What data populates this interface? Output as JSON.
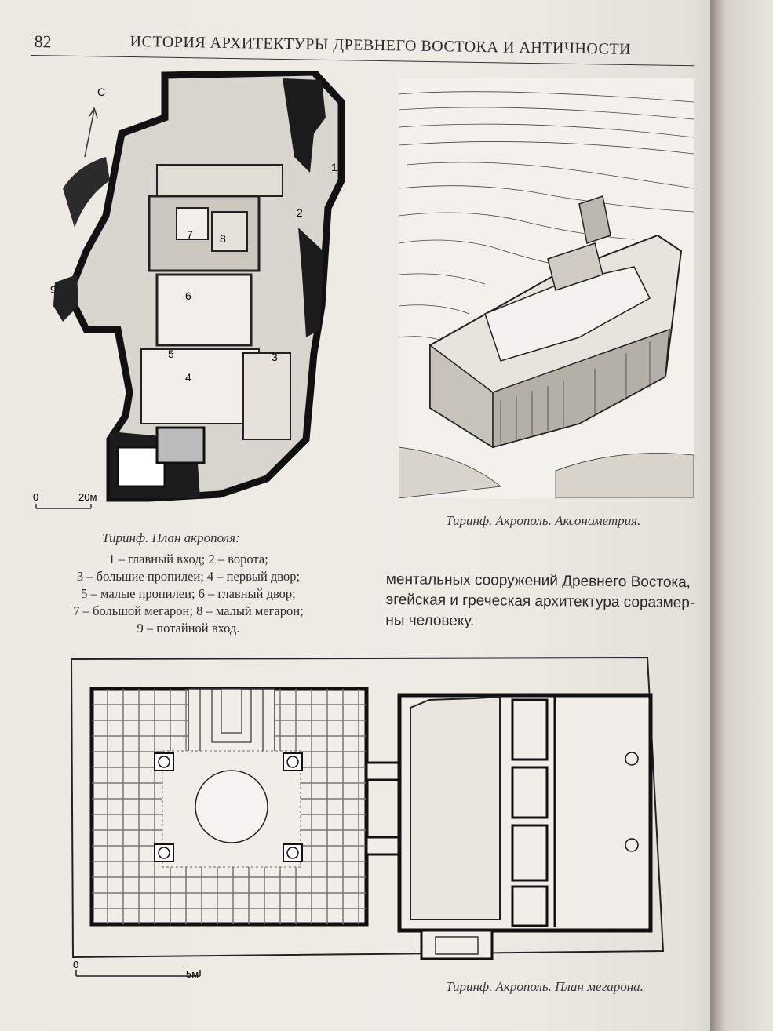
{
  "header": {
    "page_number": "82",
    "running_title": "ИСТОРИЯ АРХИТЕКТУРЫ ДРЕВНЕГО ВОСТОКА И АНТИЧНОСТИ"
  },
  "plan_figure": {
    "north_label": "С",
    "numbers": [
      "1",
      "2",
      "3",
      "4",
      "5",
      "6",
      "7",
      "8",
      "9"
    ],
    "scale_zero": "0",
    "scale_end": "20м",
    "caption": "Тиринф. План акрополя:",
    "legend_lines": [
      "1 – главный вход; 2 – ворота;",
      "3 – большие пропилеи; 4 – первый двор;",
      "5 – малые пропилеи; 6 – главный двор;",
      "7 – большой мегарон; 8 – малый мегарон;",
      "9 – потайной вход."
    ]
  },
  "axonometry_figure": {
    "caption": "Тиринф. Акрополь. Аксонометрия."
  },
  "body_text": {
    "lines": [
      "ментальных сооружений Древнего Востока,",
      "эгейская и греческая архитектура соразмер-",
      "ны человеку."
    ]
  },
  "megaron_figure": {
    "scale_zero": "0",
    "scale_end": "5м",
    "caption": "Тиринф. Акрополь. План мегарона."
  },
  "colors": {
    "paper": "#ece9e2",
    "ink": "#2a2a2a",
    "background": "#b9b2a6"
  }
}
